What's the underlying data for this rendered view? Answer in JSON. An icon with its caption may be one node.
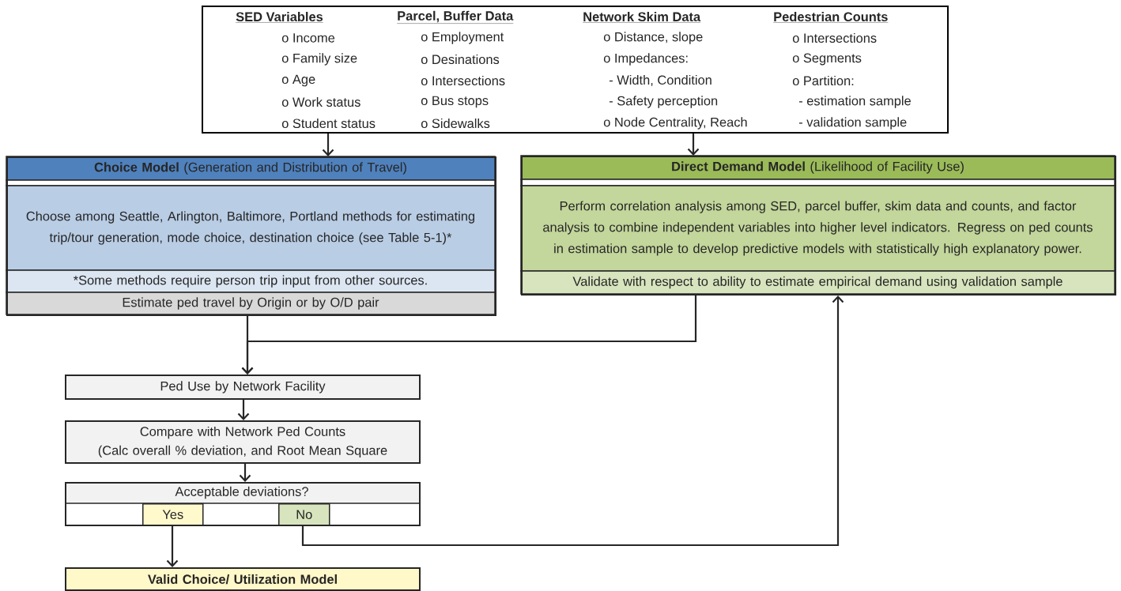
{
  "diagram": {
    "nodes": [
      {
        "text": [
          "SED Variables",
          "o Income",
          "o Family size",
          "o Age",
          "o Work status",
          "o Student status",
          "Parcel, Buffer Data",
          "o Employment",
          "o Desinations",
          "o  Intersections",
          "o  Bus stops",
          "o Sidewalks",
          "Network Skim Data",
          "o Distance, slope",
          "o Impedances:",
          "- Width, Condition",
          "- Safety perception",
          "o Node Centrality, Reach",
          "Pedestrian Counts",
          "o Intersections",
          "o Segments",
          "o Partition:",
          "-  estimation sample",
          "-  validation sample"
        ]
      },
      {
        "text": [
          "**Choice Model** (Generation and Distribution of Travel)",
          "Choose among Seattle, Arlington, Baltimore, Portland methods for estimating trip/tour generation, mode choice, destination choice (see Table 5-1)*",
          "*Some methods require person trip input from other sources.",
          "Estimate ped travel by Origin or by O/D pair"
        ]
      },
      {
        "text": [
          "**Direct Demand Model** (Likelihood of Facility Use)",
          "Perform correlation analysis among SED, parcel buffer, skim data and counts, and factor analysis to combine independent variables into higher level indicators.  Regress on ped counts in estimation sample to develop predictive models with statistically high explanatory power.",
          "Validate with respect to ability to estimate empirical demand using validation sample"
        ]
      },
      {
        "text": [
          "Ped Use by Network Facility"
        ]
      },
      {
        "text": [
          "Compare with Network Ped Counts",
          "(Calc overall % deviation, and Root Mean Square"
        ]
      },
      {
        "text": [
          "Acceptable deviations?"
        ]
      },
      {
        "text": [
          "Yes"
        ],
        "in": 5
      },
      {
        "text": [
          "No"
        ],
        "in": 5
      },
      {
        "text": [
          "Valid Choice/ Utilization Model"
        ]
      }
    ],
    "edges": [
      {
        "from": 0,
        "to": 1,
        "arrow": "to"
      },
      {
        "from": 0,
        "to": 2,
        "arrow": "to"
      },
      {
        "from": 1,
        "to": 3,
        "arrow": "to"
      },
      {
        "from": 2,
        "to": 3,
        "arrow": "to"
      },
      {
        "from": 3,
        "to": 4,
        "arrow": "to"
      },
      {
        "from": 4,
        "to": 5,
        "arrow": "to"
      },
      {
        "from": 6,
        "to": 8,
        "arrow": "to"
      },
      {
        "from": 7,
        "to": 2,
        "arrow": "to"
      }
    ]
  }
}
